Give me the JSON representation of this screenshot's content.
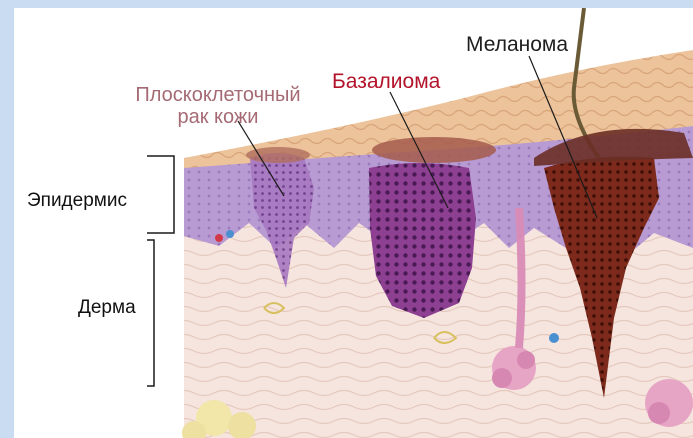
{
  "labels": {
    "squamous_line1": "Плоскоклеточный",
    "squamous_line2": "рак кожи",
    "basalioma": "Базалиома",
    "melanoma": "Меланома",
    "epidermis": "Эпидермис",
    "derma": "Дерма"
  },
  "colors": {
    "frame": "#c9dcf2",
    "squamous_label": "#a56a73",
    "basalioma_label": "#b3132a",
    "stratum_corneum": "#e9bf96",
    "epidermis": "#b79ad1",
    "dermis": "#f4e3dc",
    "basalioma_tumor": "#8c3d8f",
    "melanoma_tumor": "#7a2418",
    "squamous_tumor": "#9d6ab8"
  }
}
